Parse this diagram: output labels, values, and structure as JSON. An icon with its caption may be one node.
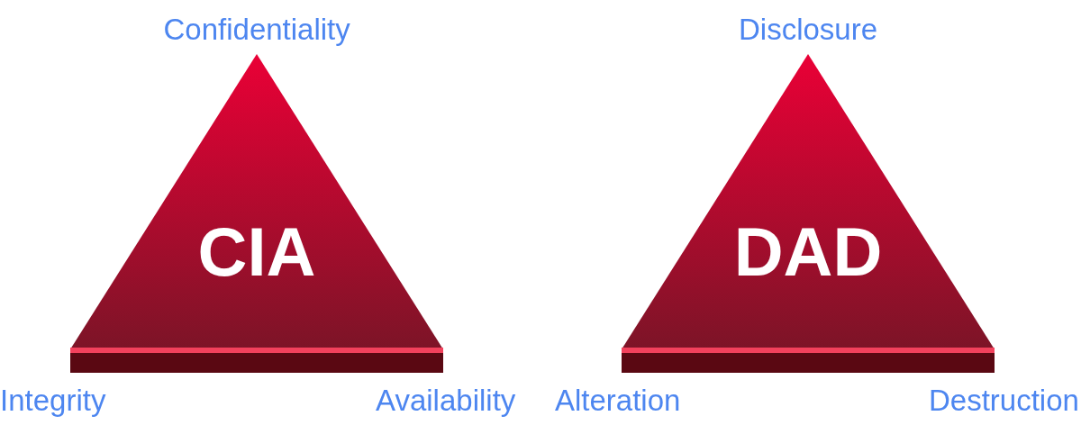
{
  "diagram": {
    "nodes": [
      {
        "text": [
          "CIA"
        ],
        "beside": [
          "Confidentiality",
          "Integrity",
          "Availability"
        ]
      },
      {
        "text": [
          "DAD"
        ],
        "beside": [
          "Disclosure",
          "Alteration",
          "Destruction"
        ]
      }
    ],
    "edges": []
  }
}
